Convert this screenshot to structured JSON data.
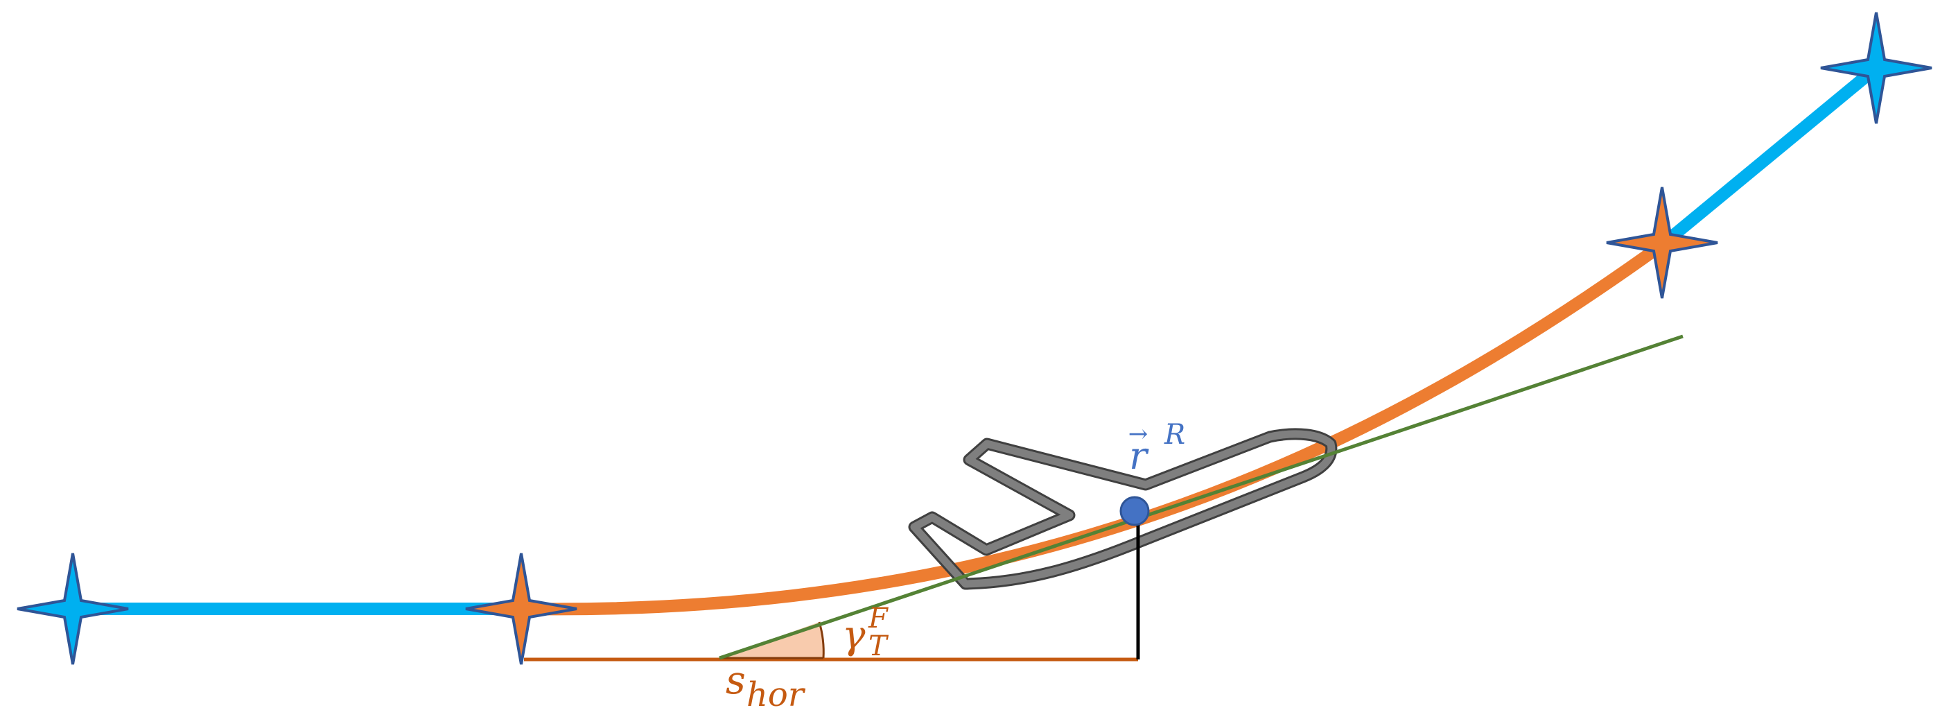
{
  "labels": {
    "position_vector": {
      "base": "r",
      "arrow": "→",
      "sup": "R"
    },
    "flight_path_angle": {
      "base": "γ",
      "sup": "F",
      "sub": "T"
    },
    "horizontal_distance": {
      "base": "s",
      "sub": "hor"
    }
  },
  "colors": {
    "level_segment": "#00B0F0",
    "transition_curve": "#ED7D31",
    "tangent_line": "#548235",
    "aircraft_outline": "#7F7F7F",
    "reference_point": "#4472C4",
    "baseline": "#C55A11",
    "angle_fill": "#F8CBAD",
    "star_outline": "#2F5597",
    "label_blue": "#4472C4",
    "label_orange": "#C55A11"
  },
  "icons": {
    "waypoint": "four-point-star",
    "aircraft": "airplane-outline"
  }
}
